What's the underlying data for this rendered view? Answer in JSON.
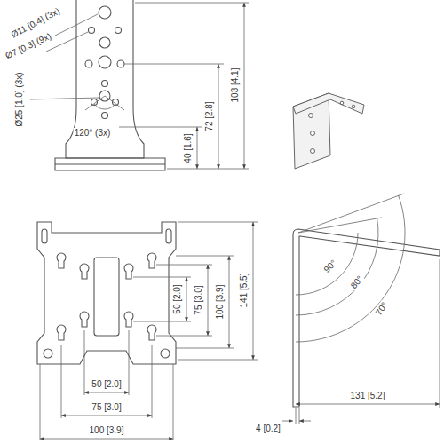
{
  "diagram": {
    "labels": [
      "Ø11 [0.4] (3x)",
      "Ø7 [0.3] (9x)",
      "Ø25 [1.0] (3x)",
      "120° (3x)",
      "40 [1.6]",
      "72 [2.8]",
      "103 [4.1]",
      "50 [2.0]",
      "75 [3.0]",
      "100 [3.9]",
      "141 [5.5]",
      "90°",
      "80°",
      "70°",
      "50 [2.0]",
      "75 [3.0]",
      "100 [3.9]",
      "131 [5.2]",
      "4 [0.2]"
    ]
  }
}
